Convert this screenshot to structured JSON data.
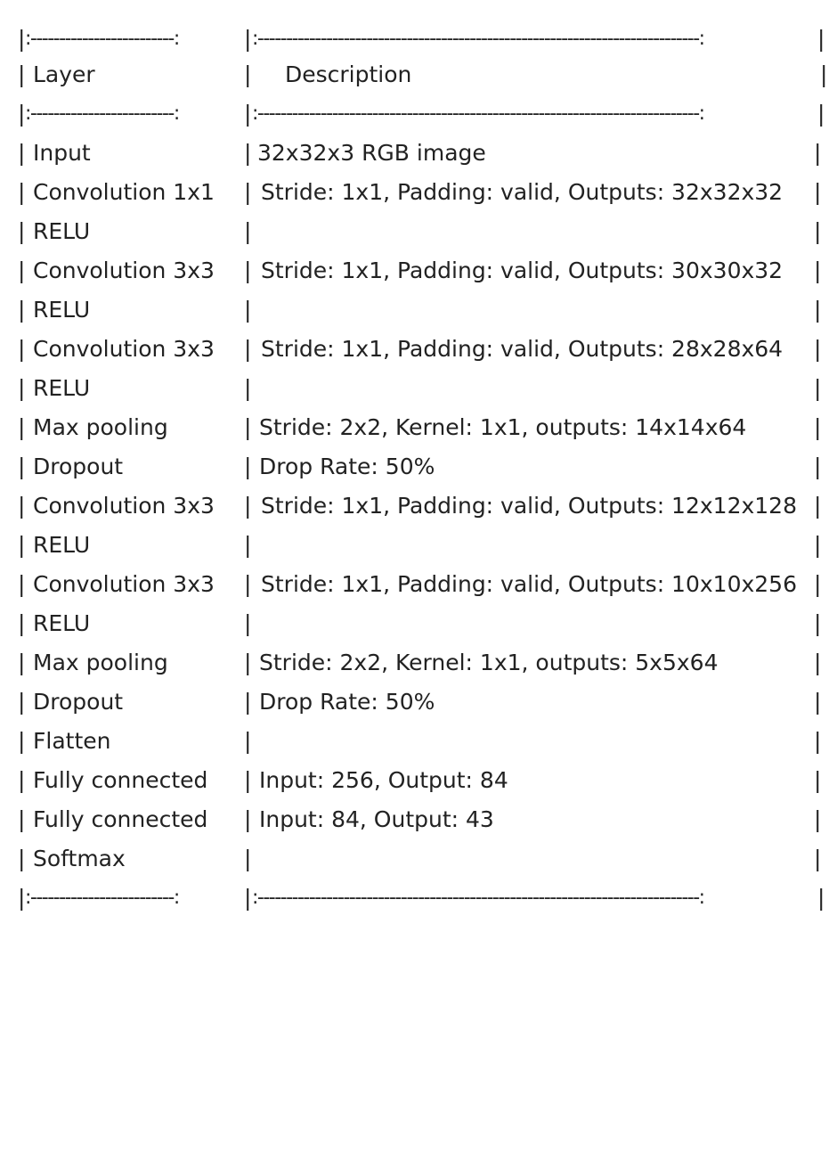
{
  "pipe": "|",
  "separator": {
    "col1": ":-------------------------:",
    "col2": ":-----------------------------------------------------------------------------:"
  },
  "header": {
    "layer": "Layer",
    "description": "Description"
  },
  "rows": [
    {
      "layer": "Input",
      "description": "32x32x3 RGB image"
    },
    {
      "layer": "Convolution 1x1",
      "description": "Stride: 1x1, Padding: valid, Outputs: 32x32x32"
    },
    {
      "layer": "RELU",
      "description": ""
    },
    {
      "layer": "Convolution 3x3",
      "description": "Stride: 1x1, Padding: valid, Outputs: 30x30x32"
    },
    {
      "layer": "RELU",
      "description": ""
    },
    {
      "layer": "Convolution 3x3",
      "description": "Stride: 1x1, Padding: valid, Outputs: 28x28x64"
    },
    {
      "layer": "RELU",
      "description": ""
    },
    {
      "layer": "Max pooling",
      "description": "Stride: 2x2, Kernel: 1x1, outputs: 14x14x64"
    },
    {
      "layer": "Dropout",
      "description": "Drop Rate: 50%"
    },
    {
      "layer": "Convolution 3x3",
      "description": "Stride: 1x1, Padding: valid, Outputs: 12x12x128"
    },
    {
      "layer": "RELU",
      "description": ""
    },
    {
      "layer": "Convolution 3x3",
      "description": "Stride: 1x1, Padding: valid, Outputs: 10x10x256"
    },
    {
      "layer": "RELU",
      "description": ""
    },
    {
      "layer": "Max pooling",
      "description": "Stride: 2x2, Kernel: 1x1, outputs: 5x5x64"
    },
    {
      "layer": "Dropout",
      "description": "Drop Rate: 50%"
    },
    {
      "layer": "Flatten",
      "description": ""
    },
    {
      "layer": "Fully connected",
      "description": "Input: 256, Output: 84"
    },
    {
      "layer": "Fully connected",
      "description": "Input: 84, Output: 43"
    },
    {
      "layer": "Softmax",
      "description": ""
    }
  ]
}
